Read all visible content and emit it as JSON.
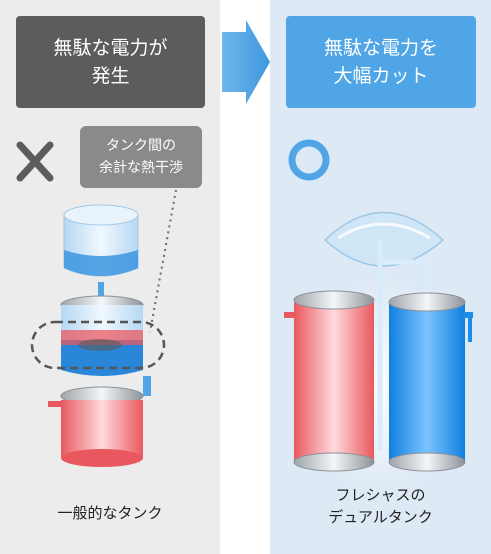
{
  "left": {
    "header_text": "無駄な電力が\n発生",
    "callout_text": "タンク間の\n余計な熱干渉",
    "caption": "一般的なタンク",
    "mark": "cross-icon"
  },
  "right": {
    "header_text": "無駄な電力を\n大幅カット",
    "caption": "フレシャスの\nデュアルタンク",
    "mark": "circle-icon"
  },
  "colors": {
    "left_header": "#5c5c5c",
    "right_header": "#4fa5e6",
    "hot": "#e85a62",
    "cold": "#1a8ee8",
    "arrow": "#4fa5e6"
  }
}
